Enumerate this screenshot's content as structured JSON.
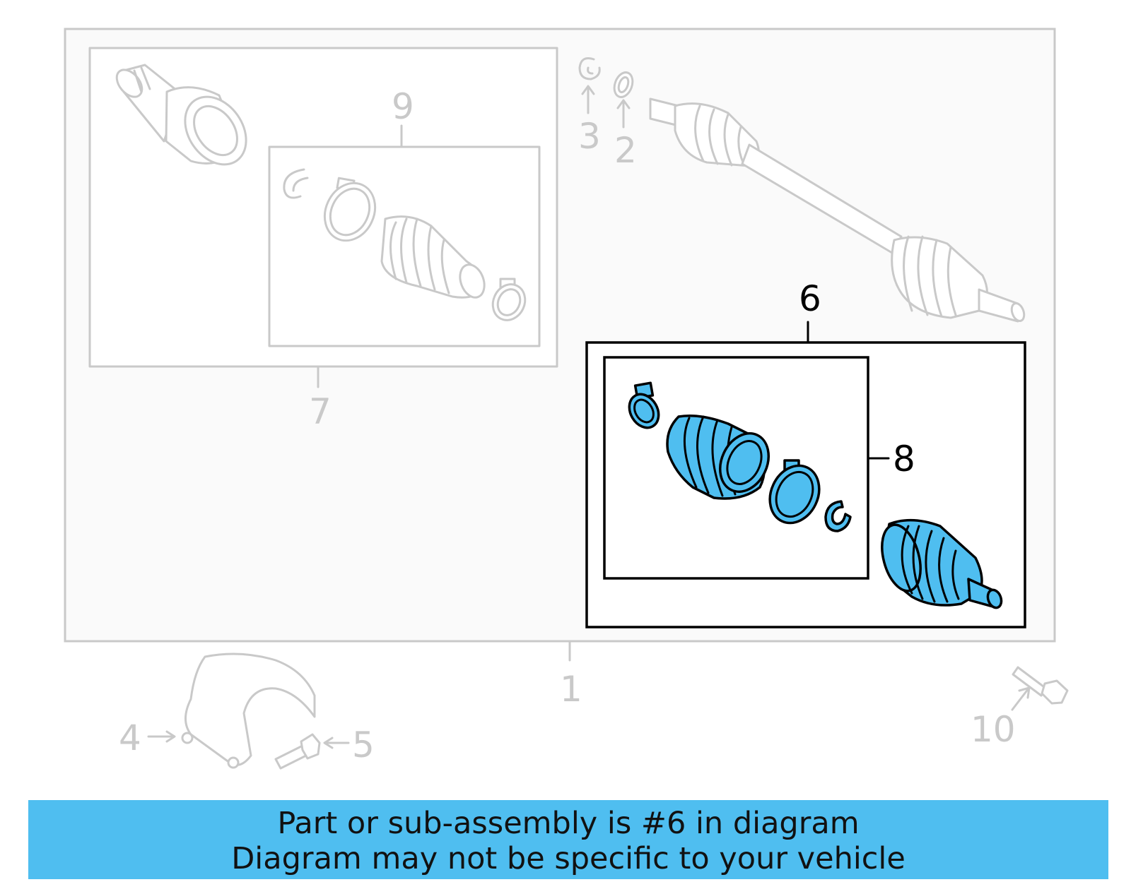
{
  "callouts": {
    "c1": "1",
    "c2": "2",
    "c3": "3",
    "c4": "4",
    "c5": "5",
    "c6": "6",
    "c7": "7",
    "c8": "8",
    "c9": "9",
    "c10": "10"
  },
  "banner": {
    "line1": "Part or sub-assembly is #6 in diagram",
    "line2": "Diagram may not be specific to your vehicle"
  },
  "colors": {
    "highlight": "#4fbef0",
    "outline_inactive": "#c9c9c9",
    "outline_active": "#000000"
  }
}
